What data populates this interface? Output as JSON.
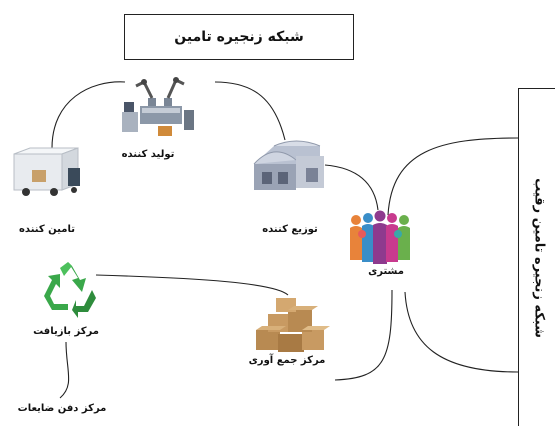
{
  "title": "شبکه زنجیره تامین",
  "side_title": "شبکه زنجیره تامین رقیب",
  "nodes": {
    "manufacturer": "تولید کننده",
    "supplier": "تامین کننده",
    "distributor": "توزیع کننده",
    "customer": "مشتری",
    "recycling_center": "مرکز بازیافت",
    "collection_center": "مرکز جمع آوری",
    "landfill_center": "مرکز دفن ضایعات"
  },
  "icons": {
    "manufacturer": "factory-robot-icon",
    "supplier": "delivery-truck-icon",
    "distributor": "warehouse-icon",
    "customer": "people-group-icon",
    "recycling_center": "recycle-icon",
    "collection_center": "boxes-icon"
  },
  "colors": {
    "recycle_green": "#3aa84a",
    "box_brown": "#b88a52",
    "warehouse_gray": "#9aa3b5",
    "people": [
      "#e8833a",
      "#3a8ec8",
      "#8e3a8e",
      "#c83a8e",
      "#6ab04c",
      "#e85a5a",
      "#3aa8a8"
    ]
  }
}
